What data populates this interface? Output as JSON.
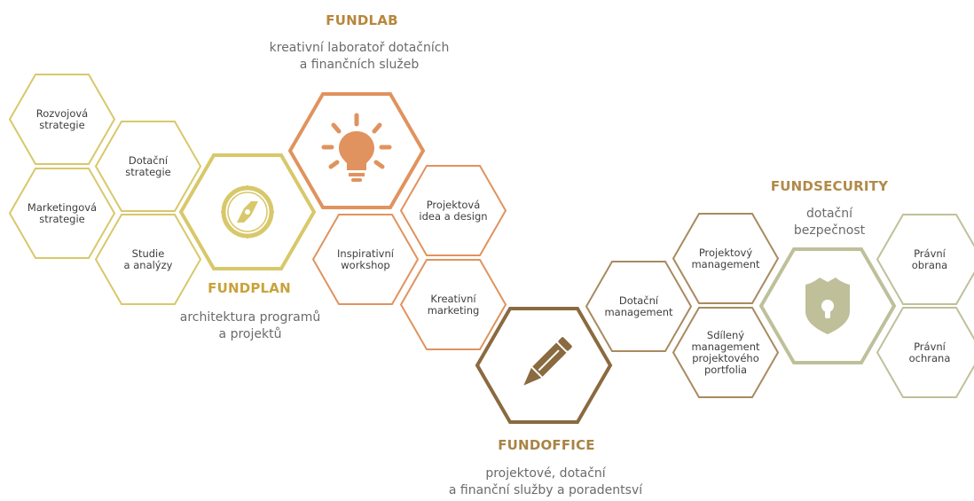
{
  "colors": {
    "plan": "#d8c86a",
    "lab": "#e0935e",
    "office": "#8a6a3f",
    "officeLight": "#a88a60",
    "security": "#bfc09a",
    "title_plan": "#c9a23c",
    "title_lab": "#b8863c",
    "title_office": "#a88445",
    "title_security": "#b08a48"
  },
  "sections": {
    "fundlab": {
      "title": "FUNDLAB",
      "subtitle": "kreativní laboratoř dotačních\na finančních služeb"
    },
    "fundplan": {
      "title": "FUNDPLAN",
      "subtitle": "architektura programů\na projektů"
    },
    "fundoffice": {
      "title": "FUNDOFFICE",
      "subtitle": "projektové, dotační\na finanční služby a poradentsví"
    },
    "fundsecurity": {
      "title": "FUNDSECURITY",
      "subtitle": "dotační\nbezpečnost"
    }
  },
  "hexagons": [
    {
      "id": "rozvojova-strategie",
      "label": "Rozvojová\nstrategie",
      "group": "plan"
    },
    {
      "id": "marketingova-strategie",
      "label": "Marketingová\nstrategie",
      "group": "plan"
    },
    {
      "id": "dotacni-strategie",
      "label": "Dotační\nstrategie",
      "group": "plan"
    },
    {
      "id": "studie-a-analyzy",
      "label": "Studie\na analýzy",
      "group": "plan"
    },
    {
      "id": "fundplan-main",
      "label": "",
      "group": "plan",
      "icon": "compass-icon"
    },
    {
      "id": "fundlab-main",
      "label": "",
      "group": "lab",
      "icon": "lightbulb-icon"
    },
    {
      "id": "inspirativni-workshop",
      "label": "Inspirativní\nworkshop",
      "group": "lab"
    },
    {
      "id": "projektova-idea",
      "label": "Projektová\nidea a design",
      "group": "lab"
    },
    {
      "id": "kreativni-marketing",
      "label": "Kreativní\nmarketing",
      "group": "lab"
    },
    {
      "id": "fundoffice-main",
      "label": "",
      "group": "office",
      "icon": "pencil-icon"
    },
    {
      "id": "dotacni-management",
      "label": "Dotační\nmanagement",
      "group": "officeLight"
    },
    {
      "id": "projektovy-management",
      "label": "Projektový\nmanagement",
      "group": "officeLight"
    },
    {
      "id": "sdileny-management",
      "label": "Sdílený\nmanagement\nprojektového\nportfolia",
      "group": "officeLight"
    },
    {
      "id": "fundsecurity-main",
      "label": "",
      "group": "security",
      "icon": "shield-lock-icon"
    },
    {
      "id": "pravni-obrana",
      "label": "Právní\nobrana",
      "group": "security"
    },
    {
      "id": "pravni-ochrana",
      "label": "Právní\nochrana",
      "group": "security"
    }
  ]
}
